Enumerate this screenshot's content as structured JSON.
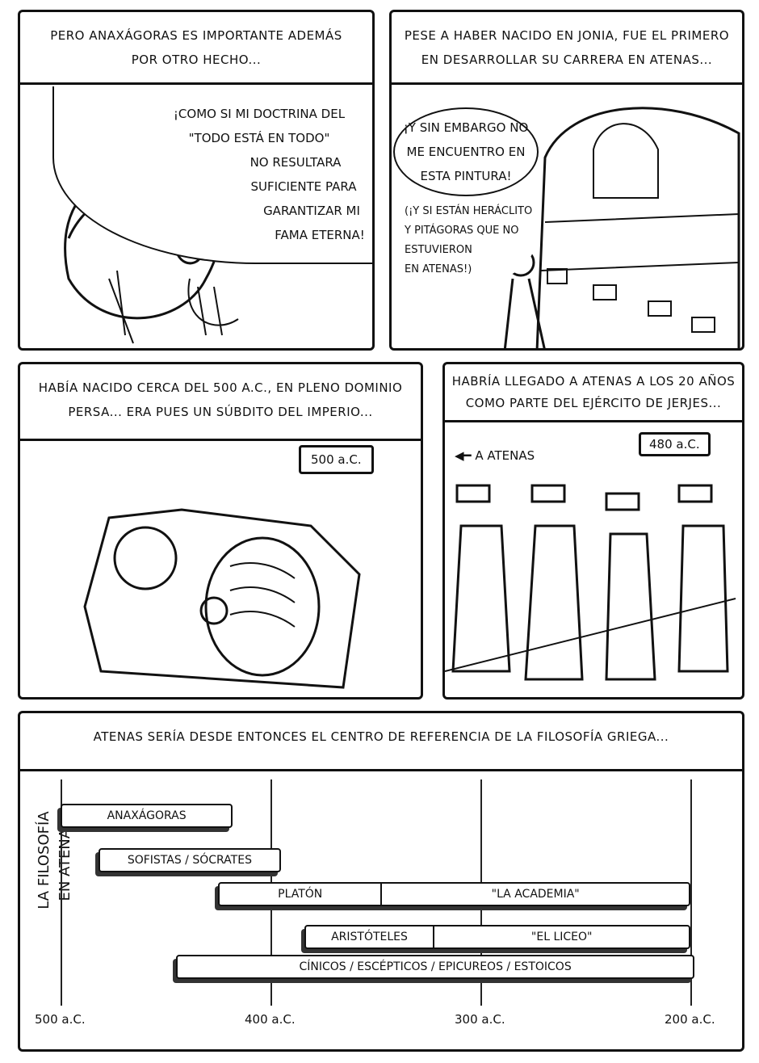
{
  "panel1": {
    "caption": [
      "Pero Anaxágoras es importante además",
      "por otro hecho..."
    ],
    "speech": [
      "¡Como si mi doctrina del",
      "\"Todo está en todo\"",
      "no resultara",
      "suficiente para",
      "garantizar mi",
      "fama eterna!"
    ]
  },
  "panel2": {
    "caption": [
      "Pese a haber nacido en Jonia, fue el primero",
      "en desarrollar su carrera en Atenas..."
    ],
    "speech": [
      "¡Y sin embargo no",
      "me encuentro en",
      "esta pintura!"
    ],
    "aside": [
      "(¡Y si están Heráclito",
      "y Pitágoras que no",
      "estuvieron",
      "en Atenas!)"
    ]
  },
  "panel3": {
    "caption": [
      "Había nacido cerca del 500 a.C., en pleno dominio",
      "persa... era pues un súbdito del imperio..."
    ],
    "date_tag": "500 a.C."
  },
  "panel4": {
    "caption": [
      "Habría llegado a Atenas a los 20 años",
      "como parte del ejército de Jerjes..."
    ],
    "date_tag": "480 a.C.",
    "arrow_label": "a Atenas"
  },
  "panel5": {
    "caption": "Atenas sería desde entonces el centro de referencia de la filosofía griega...",
    "ylabel": [
      "La filosofía",
      "en Atenas"
    ],
    "timeline": {
      "axis_ticks": [
        {
          "year": 500,
          "label": "500 a.C."
        },
        {
          "year": 400,
          "label": "400 a.C."
        },
        {
          "year": 300,
          "label": "300 a.C."
        },
        {
          "year": 200,
          "label": "200 a.C."
        }
      ],
      "bars": [
        {
          "segments": [
            {
              "label": "Anaxágoras",
              "from": 500,
              "to": 418
            }
          ]
        },
        {
          "segments": [
            {
              "label": "Sofistas / Sócrates",
              "from": 482,
              "to": 395
            }
          ]
        },
        {
          "segments": [
            {
              "label": "Platón",
              "from": 425,
              "to": 347
            },
            {
              "label": "\"La Academia\"",
              "from": 347,
              "to": 200
            }
          ]
        },
        {
          "segments": [
            {
              "label": "Aristóteles",
              "from": 384,
              "to": 322
            },
            {
              "label": "\"El Liceo\"",
              "from": 322,
              "to": 200
            }
          ]
        },
        {
          "segments": [
            {
              "label": "Cínicos / Escépticos / Epicureos / Estoicos",
              "from": 445,
              "to": 198
            }
          ]
        }
      ]
    }
  }
}
